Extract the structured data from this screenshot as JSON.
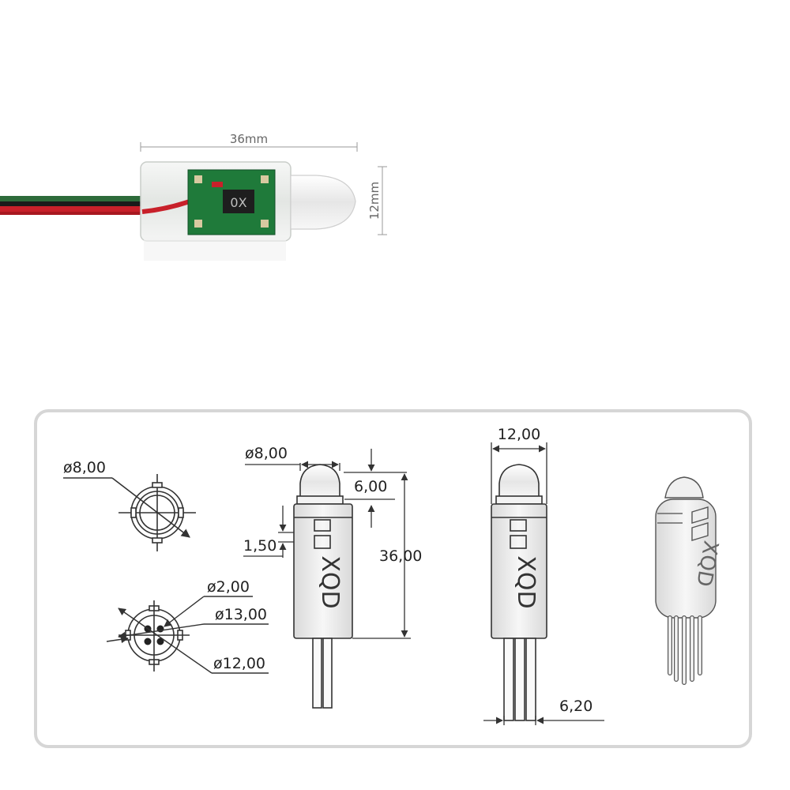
{
  "photo": {
    "length_label": "36mm",
    "height_label": "12mm",
    "chip_marking": "0X"
  },
  "drawing": {
    "end_view": {
      "top_diameter": "ø8,00",
      "pin_diameter": "ø2,00",
      "outer_diameter": "ø13,00",
      "body_diameter": "ø12,00"
    },
    "side_view": {
      "lens_diameter": "ø8,00",
      "lens_height": "6,00",
      "ring_height": "1,50",
      "total_length": "36,00",
      "brand": "XQD"
    },
    "front_view": {
      "width": "12,00",
      "lead_spacing": "6,20",
      "brand": "XQD"
    },
    "perspective_view": {
      "brand": "XQD"
    }
  },
  "colors": {
    "frame_border": "#d6d6d6",
    "line": "#333333",
    "cable_red": "#c8202a",
    "cable_green": "#2d6b3a",
    "pcb_green": "#1f7a3a",
    "housing": "#eef0ee"
  }
}
